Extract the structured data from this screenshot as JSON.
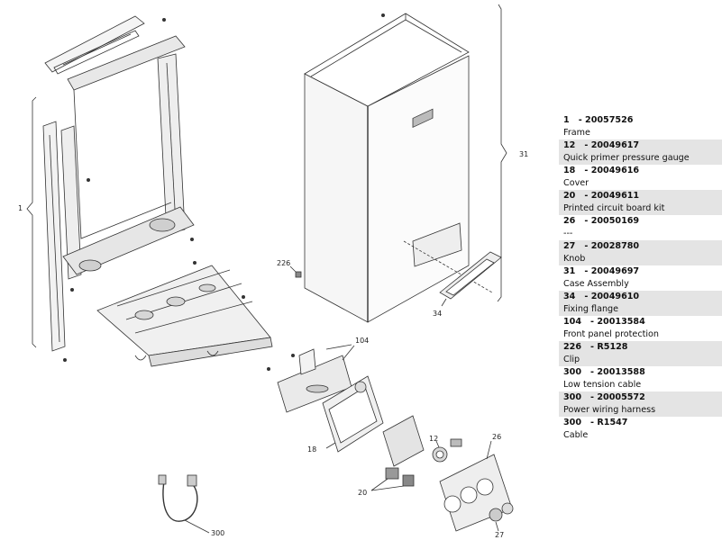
{
  "callouts": {
    "c1": "1",
    "c12": "12",
    "c18": "18",
    "c20": "20",
    "c26": "26",
    "c27": "27",
    "c31": "31",
    "c34": "34",
    "c104": "104",
    "c226": "226",
    "c300": "300"
  },
  "parts": [
    {
      "number": "1",
      "code": "20057526",
      "description": "Frame"
    },
    {
      "number": "12",
      "code": "20049617",
      "description": "Quick primer pressure gauge"
    },
    {
      "number": "18",
      "code": "20049616",
      "description": "Cover"
    },
    {
      "number": "20",
      "code": "20049611",
      "description": "Printed circuit board kit"
    },
    {
      "number": "26",
      "code": "20050169",
      "description": "---"
    },
    {
      "number": "27",
      "code": "20028780",
      "description": "Knob"
    },
    {
      "number": "31",
      "code": "20049697",
      "description": "Case Assembly"
    },
    {
      "number": "34",
      "code": "20049610",
      "description": "Fixing flange"
    },
    {
      "number": "104",
      "code": "20013584",
      "description": "Front panel protection"
    },
    {
      "number": "226",
      "code": "R5128",
      "description": "Clip"
    },
    {
      "number": "300",
      "code": "20013588",
      "description": "Low tension cable"
    },
    {
      "number": "300",
      "code": "20005572",
      "description": "Power wiring harness"
    },
    {
      "number": "300",
      "code": "R1547",
      "description": "Cable"
    }
  ]
}
